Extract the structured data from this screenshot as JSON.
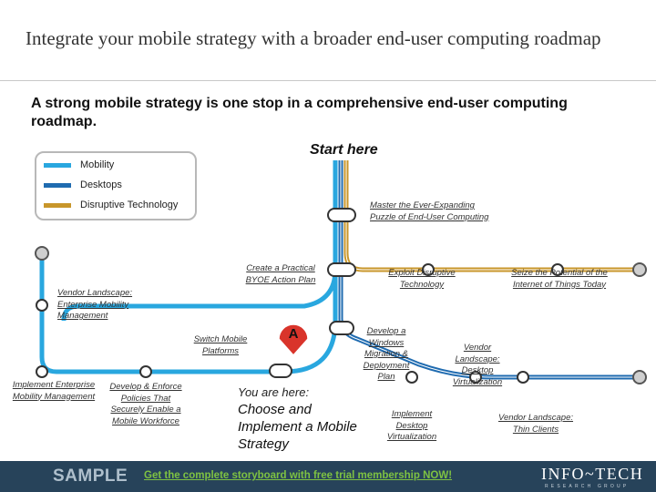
{
  "header": {
    "title": "Integrate your mobile strategy with a broader end-user computing roadmap",
    "subtitle": "A strong mobile strategy is one stop in a comprehensive end-user computing roadmap.",
    "start_label": "Start here"
  },
  "legend": {
    "items": [
      {
        "label": "Mobility",
        "color": "#29a7df"
      },
      {
        "label": "Desktops",
        "color": "#1f6bb0"
      },
      {
        "label": "Disruptive Technology",
        "color": "#c8962a"
      }
    ]
  },
  "colors": {
    "mobility": "#29a7df",
    "desktops": "#1f6bb0",
    "disruptive": "#c8962a",
    "station_stroke": "#333333",
    "terminus_fill": "#cfcfcf",
    "marker_fill": "#d9342b",
    "footer_bg": "#27435a",
    "footer_link": "#7ec242"
  },
  "stations": {
    "master": "Master the Ever-Expanding Puzzle of End-User Computing",
    "byoe": "Create a Practical BYOE Action Plan",
    "exploit": "Exploit Disruptive Technology",
    "iot": "Seize the Potential of the Internet of Things Today",
    "vendor_emm": "Vendor Landscape: Enterprise Mobility Management",
    "switch": "Switch Mobile Platforms",
    "windows": "Develop a Windows Migration & Deployment Plan",
    "vendor_dv": "Vendor Landscape: Desktop Virtualization",
    "emm": "Implement Enterprise Mobility Management",
    "policies": "Develop & Enforce Policies That Securely Enable a Mobile Workforce",
    "desktop_virt": "Implement Desktop Virtualization",
    "thin_clients": "Vendor Landscape: Thin Clients"
  },
  "you_are_here": {
    "marker": "A",
    "prefix": "You are here:",
    "text": "Choose and Implement a Mobile Strategy"
  },
  "footer": {
    "sample": "SAMPLE",
    "promo": "Get the complete storyboard with free trial membership NOW!",
    "logo": "INFO~TECH",
    "logo_sub": "RESEARCH GROUP"
  }
}
